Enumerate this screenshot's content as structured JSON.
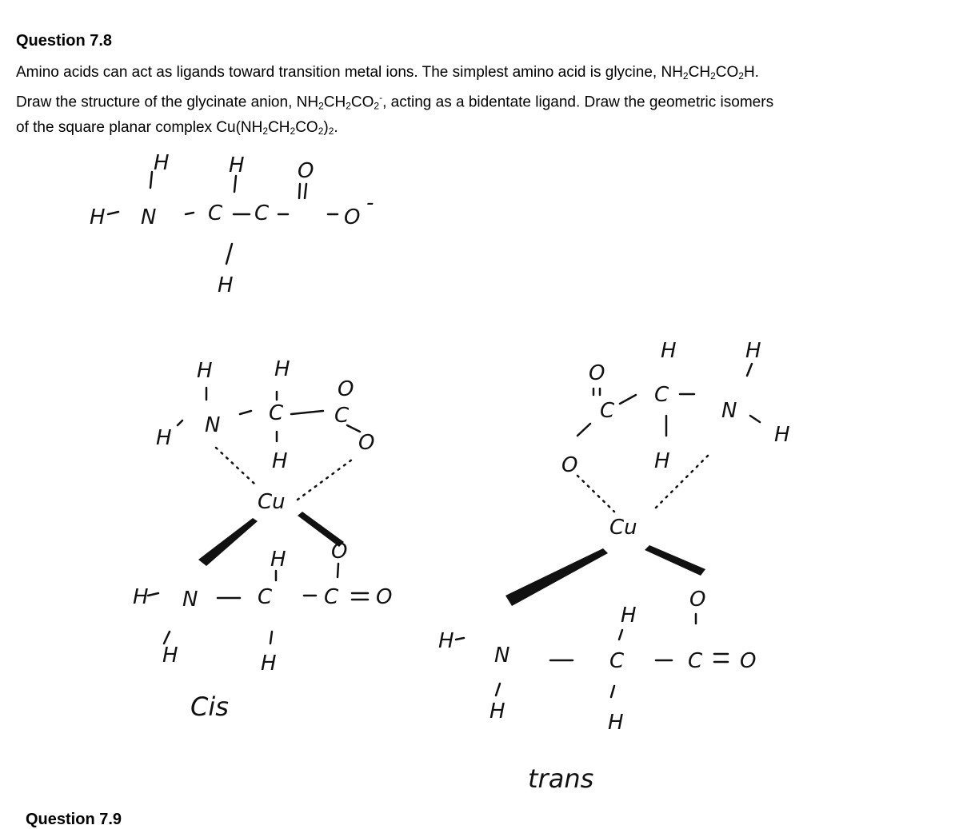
{
  "question": {
    "title": "Question 7.8",
    "lines": [
      [
        [
          "Amino acids can act as ligands toward transition metal ions.  The simplest amino acid is glycine, NH",
          ""
        ],
        [
          "2",
          "sub"
        ],
        [
          "CH",
          ""
        ],
        [
          "2",
          "sub"
        ],
        [
          "CO",
          ""
        ],
        [
          "2",
          "sub"
        ],
        [
          "H.",
          ""
        ]
      ],
      [
        [
          "Draw the structure of the glycinate anion, NH",
          ""
        ],
        [
          "2",
          "sub"
        ],
        [
          "CH",
          ""
        ],
        [
          "2",
          "sub"
        ],
        [
          "CO",
          ""
        ],
        [
          "2",
          "sub"
        ],
        [
          "-",
          "sup"
        ],
        [
          ", acting as a bidentate ligand.  Draw the geometric isomers",
          ""
        ]
      ],
      [
        [
          "of the square planar complex Cu(NH",
          ""
        ],
        [
          "2",
          "sub"
        ],
        [
          "CH",
          ""
        ],
        [
          "2",
          "sub"
        ],
        [
          "CO",
          ""
        ],
        [
          "2",
          "sub"
        ],
        [
          ")",
          ""
        ],
        [
          "2",
          "sub"
        ],
        [
          ".",
          ""
        ]
      ]
    ]
  },
  "drawing": {
    "glycinate": {
      "h_n": "H",
      "h_left": "H",
      "n": "N",
      "c1": "C",
      "h_c1_top": "H",
      "h_c1_bottom": "H",
      "c2": "C",
      "o_double": "O",
      "o_single": "O",
      "charge": "-"
    },
    "cis": {
      "label": "Cis",
      "h1": "H",
      "n1": "N",
      "h_n1": "H",
      "c1": "C",
      "h_c1_top": "H",
      "h_c1_bottom": "H",
      "c2": "C",
      "o_top": "O",
      "o_ring": "O",
      "cu": "Cu",
      "o2": "O",
      "h_c3_top": "H",
      "h_n2": "H",
      "n2": "N",
      "c3": "C",
      "c4": "C",
      "o_end": "O",
      "h_n2_bottom": "H",
      "h_c3_bottom": "H"
    },
    "trans": {
      "label": "trans",
      "o_top": "O",
      "h_c1_top": "H",
      "h_n1_top": "H",
      "c2": "C",
      "c1": "C",
      "n1": "N",
      "h_n1": "H",
      "o_ring": "O",
      "h_c1_bottom": "H",
      "cu": "Cu",
      "o2": "O",
      "h_c3_top": "H",
      "h_n2": "H",
      "n2": "N",
      "c3": "C",
      "c4": "C",
      "o_end": "O",
      "h_n2_bottom": "H",
      "h_c3_bottom": "H"
    }
  },
  "next_question": "Question 7.9"
}
